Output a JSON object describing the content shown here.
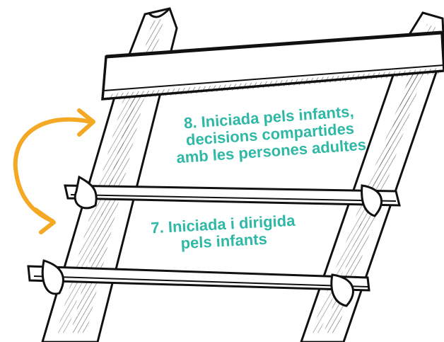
{
  "steps": [
    {
      "number": "8.",
      "lines": [
        "8. Iniciada pels infants,",
        "decisions compartides",
        "amb les persones adultes"
      ]
    },
    {
      "number": "7.",
      "lines": [
        "7. Iniciada i dirigida",
        "pels infants"
      ]
    }
  ],
  "colors": {
    "text": "#2fb8a6",
    "arrow": "#f4a823",
    "ink": "#111111",
    "wood": "#ffffff"
  },
  "icons": {
    "arrows": "double-curved-arrow-icon",
    "ladder": "wooden-ladder-illustration"
  }
}
